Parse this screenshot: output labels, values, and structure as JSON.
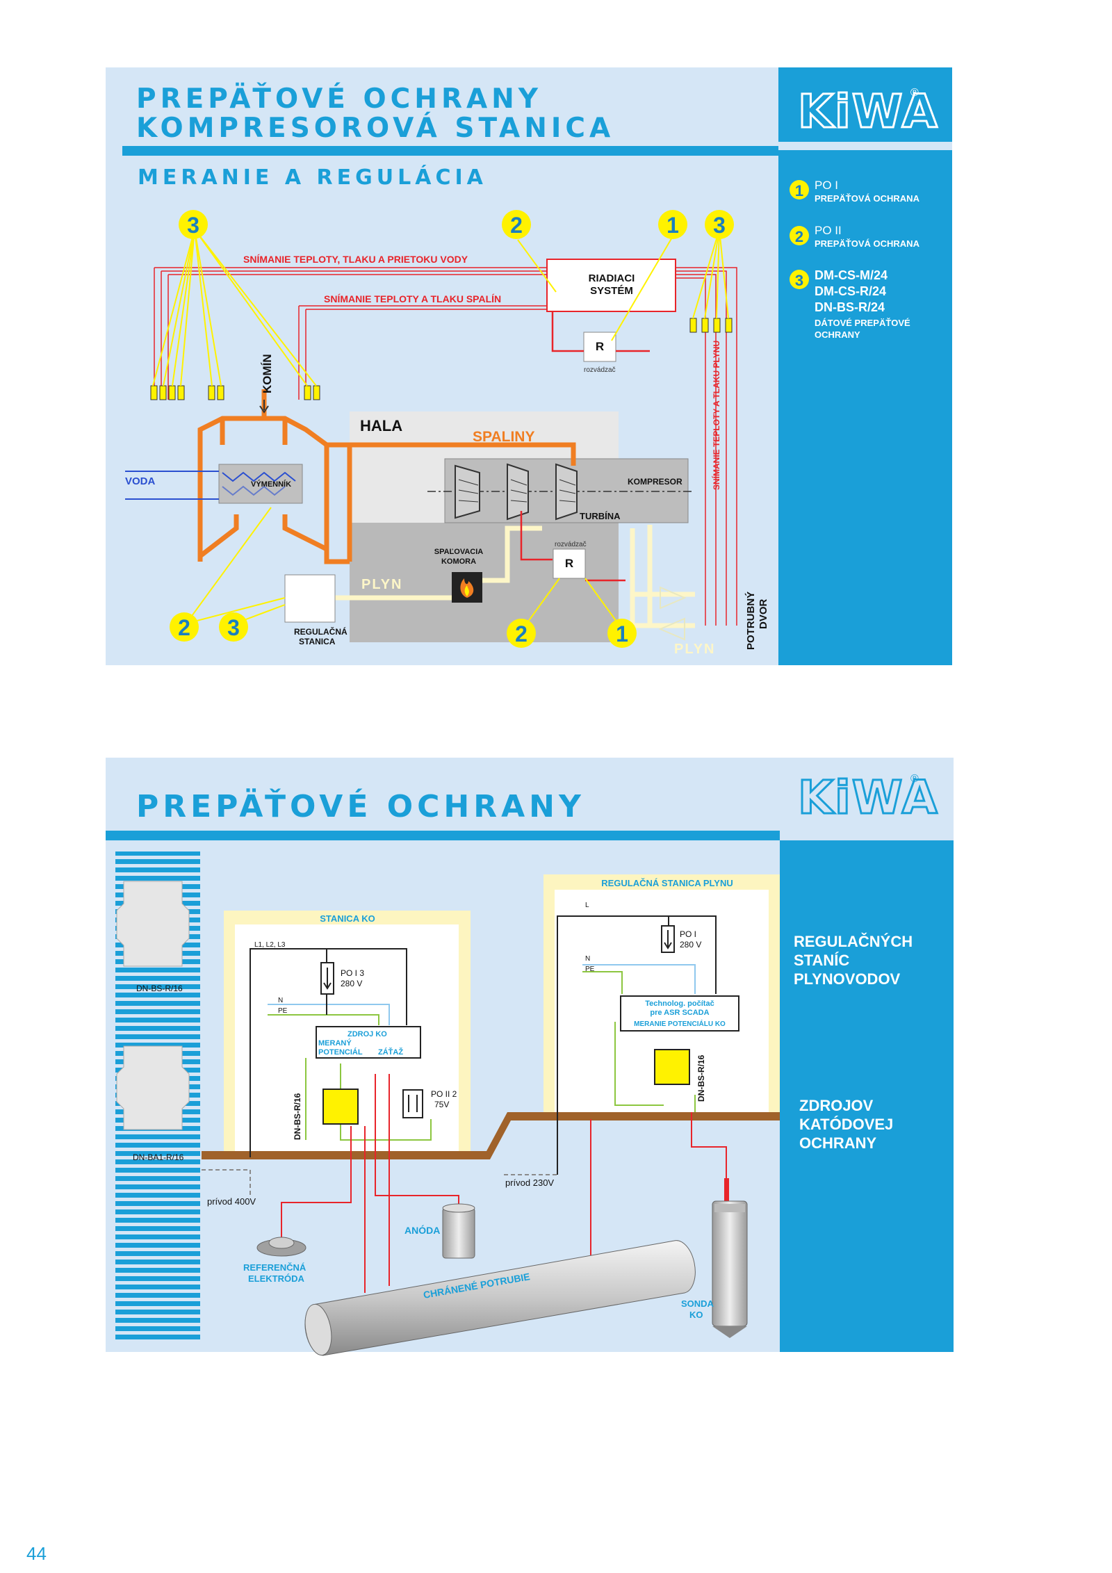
{
  "colors": {
    "accent": "#1a9fd8",
    "panel_bg": "#d5e6f6",
    "red": "#e8242a",
    "orange": "#f07e22",
    "yellow": "#fff200",
    "green": "#8cc63f",
    "brown": "#a0622a",
    "lightblue": "#8fc8ee"
  },
  "brand": {
    "logo": "KiWA",
    "reg": "®"
  },
  "panel1": {
    "title_line1": "PREPÄŤOVÉ OCHRANY",
    "title_line2": "KOMPRESOROVÁ STANICA",
    "subtitle": "MERANIE A REGULÁCIA",
    "legend": [
      {
        "num": "1",
        "line1": "PO I",
        "line2": "PREPÄŤOVÁ OCHRANA"
      },
      {
        "num": "2",
        "line1": "PO II",
        "line2": "PREPÄŤOVÁ OCHRANA"
      },
      {
        "num": "3",
        "line1": "DM-CS-M/24",
        "line2": "DM-CS-R/24",
        "line3": "DN-BS-R/24",
        "line4": "DÁTOVÉ PREPÄŤOVÉ",
        "line5": "OCHRANY"
      }
    ],
    "markers": {
      "m1": "1",
      "m2": "2",
      "m3": "3"
    },
    "labels": {
      "sensing_water": "SNÍMANIE TEPLOTY, TLAKU A PRIETOKU VODY",
      "sensing_flue": "SNÍMANIE TEPLOTY A TLAKU SPALÍN",
      "control_1": "RIADIACI",
      "control_2": "SYSTÉM",
      "r": "R",
      "rozvadzac": "rozvádzač",
      "komin": "KOMÍN",
      "hala": "HALA",
      "spaliny": "SPALINY",
      "voda": "VODA",
      "vymennik": "VÝMENNÍK",
      "kompresor": "KOMPRESOR",
      "turbina": "TURBÍNA",
      "spal_1": "SPAĽOVACIA",
      "spal_2": "KOMORA",
      "plyn": "PLYN",
      "reg_1": "REGULAČNÁ",
      "reg_2": "STANICA",
      "sensing_gas": "SNÍMANIE TEPLOTY A TLAKU PLYNU",
      "dvor_1": "POTRUBNÝ",
      "dvor_2": "DVOR"
    }
  },
  "panel2": {
    "title": "PREPÄŤOVÉ OCHRANY",
    "side_text_1": [
      "REGULAČNÝCH",
      "STANÍC",
      "PLYNOVODOV"
    ],
    "side_text_2": [
      "ZDROJOV",
      "KATÓDOVEJ",
      "OCHRANY"
    ],
    "labels": {
      "dn_bs": "DN-BS-R/16",
      "dn_ba1": "DN-BA1-R/16",
      "stanica_ko": "STANICA KO",
      "l123": "L1, L2, L3",
      "n": "N",
      "pe": "PE",
      "l": "L",
      "po_i3": "PO I 3",
      "v280": "280 V",
      "po_i": "PO I",
      "zdroj_ko": "ZDROJ KO",
      "merany": "MERANÝ",
      "potencial": "POTENCIÁL",
      "zataz": "ZÁŤAŽ",
      "po_ii2": "PO II 2",
      "v75": "75V",
      "dn_bs_vert": "DN-BS-R/16",
      "reg_stanica": "REGULAČNÁ STANICA PLYNU",
      "tech_1": "Technolog. počítač",
      "tech_2": "pre ASR SCADA",
      "tech_3": "MERANIE POTENCIÁLU KO",
      "privod400": "prívod 400V",
      "privod230": "prívod 230V",
      "anoda": "ANÓDA",
      "ref_1": "REFERENČNÁ",
      "ref_2": "ELEKTRÓDA",
      "potrubie": "CHRÁNENÉ POTRUBIE",
      "sonda_1": "SONDA",
      "sonda_2": "KO"
    }
  },
  "page_number": "44"
}
